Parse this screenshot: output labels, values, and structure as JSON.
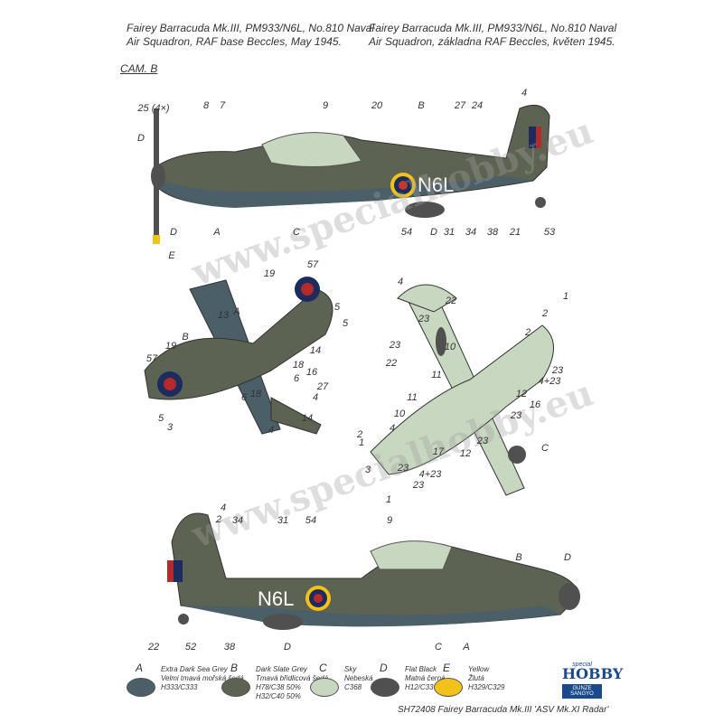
{
  "caption_en": [
    "Fairey Barracuda Mk.III, PM933/N6L, No.810 Naval",
    "Air Squadron, RAF base Beccles, May 1945."
  ],
  "caption_cz": [
    "Fairey Barracuda Mk.III, PM933/N6L, No.810 Naval",
    "Air Squadron, základna RAF Beccles, květen 1945."
  ],
  "scheme": "CAM. B",
  "code": "N6L",
  "watermark": "www.specialhobby.eu",
  "callouts": {
    "side_top": [
      "25 (4×)",
      "8",
      "7",
      "9",
      "20",
      "B",
      "27",
      "24",
      "4",
      "D",
      "D",
      "E",
      "A",
      "C",
      "54",
      "D",
      "31",
      "34",
      "38",
      "21",
      "53"
    ],
    "top_view": [
      "57",
      "19",
      "5",
      "13",
      "A",
      "5",
      "14",
      "B",
      "19",
      "57",
      "18",
      "6",
      "16",
      "27",
      "6",
      "18",
      "4",
      "5",
      "3",
      "4",
      "14"
    ],
    "bottom_view": [
      "4",
      "22",
      "2",
      "1",
      "2",
      "23",
      "22",
      "23",
      "10",
      "11",
      "4+23",
      "23",
      "12",
      "16",
      "23",
      "11",
      "10",
      "4",
      "1",
      "2",
      "3",
      "23",
      "17",
      "12",
      "C",
      "23",
      "23",
      "4+23",
      "1"
    ],
    "side_bottom": [
      "4",
      "2",
      "34",
      "31",
      "54",
      "9",
      "B",
      "D",
      "22",
      "52",
      "38",
      "D",
      "C",
      "A"
    ]
  },
  "legend": [
    {
      "letter": "A",
      "lines": [
        "Extra Dark Sea Grey",
        "Velmi tmavá mořská šedá",
        "H333/C333"
      ],
      "color": "#4a5f68"
    },
    {
      "letter": "B",
      "lines": [
        "Dark Slate Grey",
        "Tmavá břidlicová šedá",
        "H78/C38 50%",
        "H32/C40 50%"
      ],
      "color": "#5d6352"
    },
    {
      "letter": "C",
      "lines": [
        "Sky",
        "Nebeská",
        "C368"
      ],
      "color": "#c8d8c0"
    },
    {
      "letter": "D",
      "lines": [
        "Flat Black",
        "Matná černá",
        "H12/C33"
      ],
      "color": "#505050"
    },
    {
      "letter": "E",
      "lines": [
        "Yellow",
        "Žlutá",
        "H329/C329"
      ],
      "color": "#f2c21a"
    }
  ],
  "brand": {
    "name": "HOBBY",
    "tag": "special",
    "partner": "GUNZE SANGYO"
  },
  "footer": "SH72408  Fairey Barracuda Mk.III 'ASV Mk.XI Radar'"
}
